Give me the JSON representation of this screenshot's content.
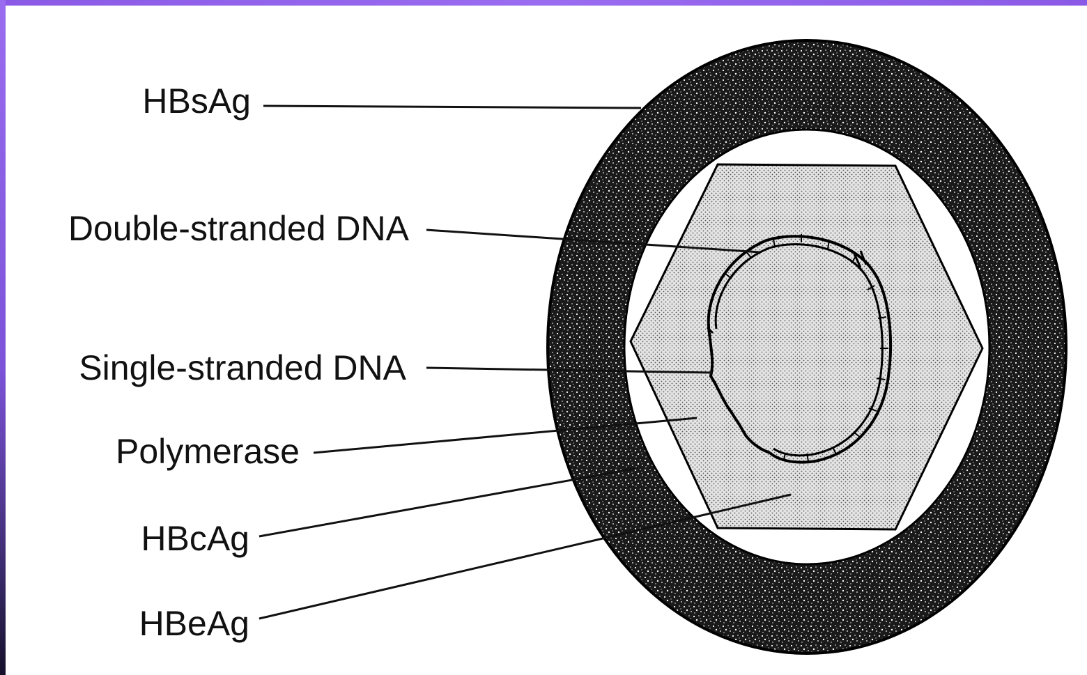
{
  "labels": {
    "hbsag": "HBsAg",
    "double_stranded_dna": "Double-stranded DNA",
    "single_stranded_dna": "Single-stranded DNA",
    "polymerase": "Polymerase",
    "hbcag": "HBcAg",
    "hbeag": "HBeAg"
  },
  "colors": {
    "frame_accent": "#8a5ae6",
    "ink": "#111111",
    "envelope": "#1a1a1a",
    "core_fill": "#d8d8d8",
    "background": "#ffffff"
  }
}
